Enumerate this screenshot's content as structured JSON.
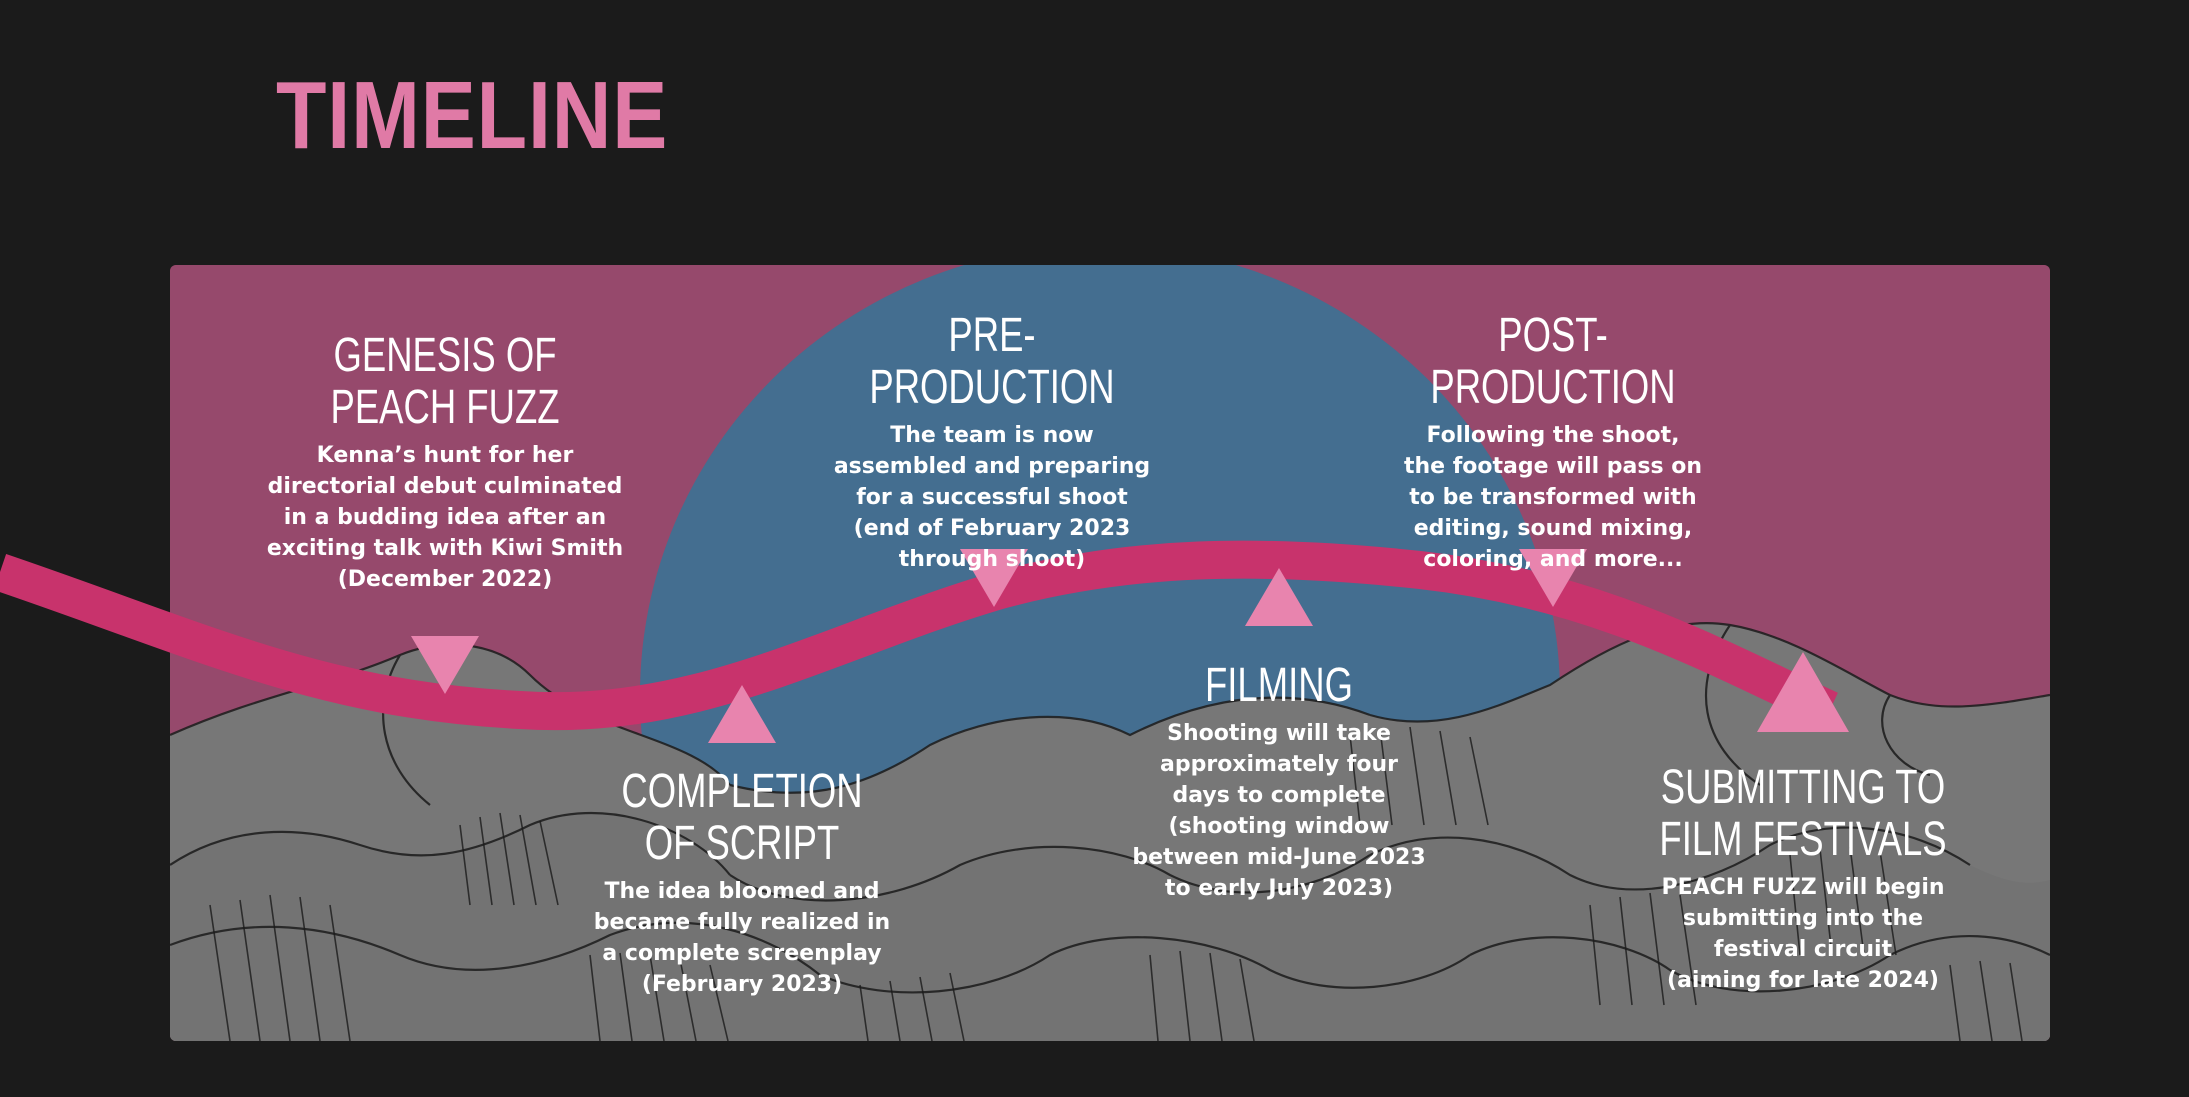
{
  "page": {
    "title": "TIMELINE"
  },
  "colors": {
    "background": "#1b1b1b",
    "title": "#e07aa6",
    "curve": "#c8336c",
    "marker": "#e884ae",
    "panel_pink": "#b0557e",
    "moon_blue": "#4f7da2",
    "wave_gray": "#828282"
  },
  "milestones": [
    {
      "title": "GENESIS OF\nPEACH FUZZ",
      "description": "Kenna’s hunt for her\ndirectorial debut culminated\nin a budding idea after an\nexciting talk with Kiwi Smith\n(December 2022)"
    },
    {
      "title": "COMPLETION\nOF SCRIPT",
      "description": "The idea bloomed and\nbecame fully realized in\na complete screenplay\n(February 2023)"
    },
    {
      "title": "PRE-PRODUCTION",
      "description": "The team is now\nassembled and preparing\nfor a successful shoot\n(end of February 2023\nthrough shoot)"
    },
    {
      "title": "FILMING",
      "description": "Shooting will take\napproximately four\ndays to complete\n(shooting window\nbetween mid-June 2023\nto early July 2023)"
    },
    {
      "title": "POST-PRODUCTION",
      "description": "Following the shoot,\nthe footage will pass on\nto be transformed with\nediting, sound mixing,\ncoloring, and more..."
    },
    {
      "title": "SUBMITTING TO\nFILM FESTIVALS",
      "description": "PEACH FUZZ will begin\nsubmitting into the\nfestival circuit\n(aiming for late 2024)"
    }
  ]
}
